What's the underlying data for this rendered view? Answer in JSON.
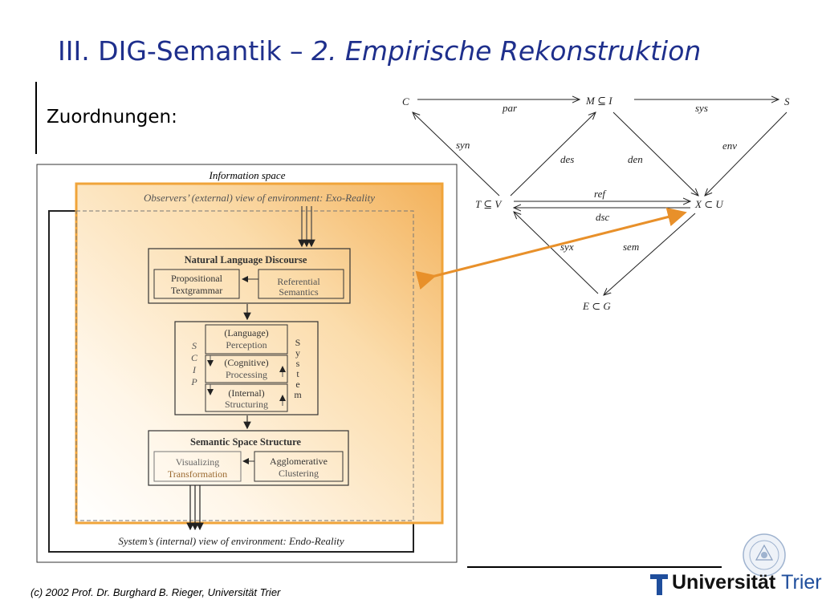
{
  "slide": {
    "title_part_a": "III. DIG-Semantik –",
    "title_part_b": "2. Empirische Rekonstruktion",
    "subtitle": "Zuordnungen:",
    "footer": "(c) 2002  Prof. Dr. Burghard B. Rieger, Universität Trier"
  },
  "logo": {
    "wordmark_a": "Universität",
    "wordmark_b": "Trier"
  },
  "left_diagram": {
    "info_space": "Information space",
    "exo": "Observers’ (external) view of environment: Exo-Reality",
    "endo": "System’s (internal) view of environment: Endo-Reality",
    "nld": {
      "title": "Natural Language Discourse",
      "left_1": "Propositional",
      "left_2": "Textgrammar",
      "right_1": "Referential",
      "right_2": "Semantics"
    },
    "scip": {
      "side_left": [
        "S",
        "C",
        "I",
        "P"
      ],
      "side_right": [
        "S",
        "y",
        "s",
        "t",
        "e",
        "m"
      ],
      "block1_a": "(Language)",
      "block1_b": "Perception",
      "block2_a": "(Cognitive)",
      "block2_b": "Processing",
      "block3_a": "(Internal)",
      "block3_b": "Structuring"
    },
    "sss": {
      "title": "Semantic Space Structure",
      "left_1": "Visualizing",
      "left_2": "Transformation",
      "right_1": "Agglomerative",
      "right_2": "Clustering"
    },
    "colors": {
      "highlight": "#f0a43a",
      "highlight_light": "#fde8c4"
    }
  },
  "right_diagram": {
    "nodes": {
      "C": "C",
      "MI": "M ⊆ I",
      "S": "S",
      "TV": "T ⊆ V",
      "XU": "X ⊂ U",
      "EG": "E ⊂ G"
    },
    "edges": {
      "par": "par",
      "sys": "sys",
      "syn": "syn",
      "des": "des",
      "den": "den",
      "env": "env",
      "ref": "ref",
      "dsc": "dsc",
      "syx": "syx",
      "sem": "sem"
    }
  }
}
